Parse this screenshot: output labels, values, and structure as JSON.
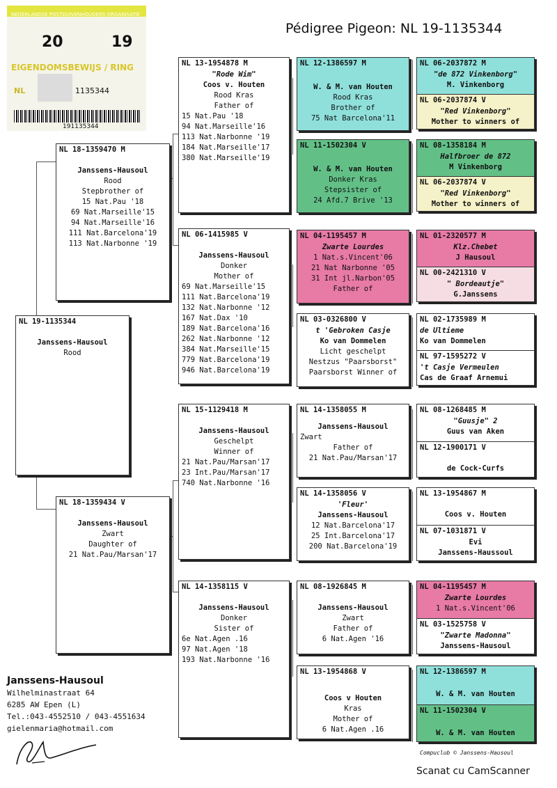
{
  "title": "Pédigree Pigeon: NL  19-1135344",
  "card": {
    "band_text": "NEDERLANDSE POSTDUIVENHOUDERS ORGANISATIE",
    "year_left": "20",
    "year_right": "19",
    "ring_text": "EIGENDOMSBEWIJS / RING",
    "country": "NL",
    "number": "1135344",
    "barcode_number": "191135344"
  },
  "boxes": {
    "p": {
      "hdr": "NL  19-1135344",
      "lines": [
        "Janssens-Hausoul",
        "Rood"
      ]
    },
    "s": {
      "hdr": "NL  18-1359470 M",
      "lines": [
        "Janssens-Hausoul",
        "Rood",
        "Stepbrother of",
        "15 Nat.Pau       '18",
        "69 Nat.Marseille'15",
        "94 Nat.Marseille'16",
        "111 Nat.Barcelona'19",
        "113 Nat.Narbonne '19"
      ]
    },
    "d": {
      "hdr": "NL  18-1359434 V",
      "lines": [
        "Janssens-Hausoul",
        "Zwart",
        "Daughter of",
        "21 Nat.Pau/Marsan'17"
      ]
    },
    "ss": {
      "hdr": "NL  13-1954878 M",
      "lines": [
        "\"Rode Wim\"",
        "Coos v. Houten",
        "Rood Kras",
        "Father of",
        "15 Nat.Pau       '18",
        "94 Nat.Marseille'16",
        "113 Nat.Narbonne '19",
        "184 Nat.Marseille'17",
        "380 Nat.Marseille'19"
      ]
    },
    "sd": {
      "hdr": "NL  06-1415985 V",
      "lines": [
        "Janssens-Hausoul",
        "Donker",
        "Mother of",
        "69 Nat.Marseille'15",
        "111 Nat.Barcelona'19",
        "132 Nat.Narbonne '12",
        "167 Nat.Dax      '10",
        "189 Nat.Barcelona'16",
        "262 Nat.Narbonne '12",
        "384 Nat.Marseille'15",
        "779 Nat.Barcelona'19",
        "946 Nat.Barcelona'19"
      ]
    },
    "ds": {
      "hdr": "NL  15-1129418 M",
      "lines": [
        "Janssens-Hausoul",
        "Geschelpt",
        "Winner of",
        "21 Nat.Pau/Marsan'17",
        "23 Int.Pau/Marsan'17",
        "740 Nat.Narbonne '16"
      ]
    },
    "dd": {
      "hdr": "NL  14-1358115 V",
      "lines": [
        "Janssens-Hausoul",
        "Donker",
        "Sister of",
        "6e Nat.Agen      .16",
        "97 Nat.Agen      '18",
        "193 Nat.Narbonne '16"
      ]
    },
    "sss": {
      "hdr": "NL  12-1386597 M",
      "lines": [
        "W. & M. van Houten",
        "Rood Kras",
        "Brother of",
        "75 Nat Barcelona'11"
      ]
    },
    "ssd": {
      "hdr": "NL  11-1502304 V",
      "lines": [
        "W. & M. van Houten",
        "Donker Kras",
        "Stepsister of",
        "24 Afd.7 Brive  '13"
      ]
    },
    "sds": {
      "hdr": "NL  04-1195457 M",
      "lines": [
        "Zwarte Lourdes",
        "1 Nat.s.Vincent'06",
        "21 Nat Narbonne '05",
        "31 Int jl.Narbon'05",
        "Father of"
      ]
    },
    "sdd": {
      "hdr": "NL  03-0326800 V",
      "lines": [
        "t 'Gebroken Casje",
        "Ko van Dommelen",
        "Licht geschelpt",
        "Nestzus \"Paarsborst\"",
        "Paarsborst Winner of"
      ]
    },
    "dss": {
      "hdr": "NL  14-1358055 M",
      "lines": [
        "Janssens-Hausoul",
        "Zwart",
        "Father of",
        "21 Nat.Pau/Marsan'17"
      ]
    },
    "dsd": {
      "hdr": "NL  14-1358056 V",
      "lines": [
        "'Fleur'",
        "Janssens-Hausoul",
        "12 Nat.Barcelona'17",
        "25 Int.Barcelona'17",
        "200 Nat.Barcelona'19"
      ]
    },
    "dds": {
      "hdr": "NL  08-1926845 M",
      "lines": [
        "Janssens-Hausoul",
        "Zwart",
        "Father of",
        "6 Nat.Agen      '16"
      ]
    },
    "ddd": {
      "hdr": "NL  13-1954868 V",
      "lines": [
        "Coos v Houten",
        "Kras",
        "Mother of",
        "6 Nat.Agen      .16"
      ]
    },
    "g1a": {
      "hdr": "NL  06-2037872 M",
      "lines": [
        "\"de 872 Vinkenborg\"",
        "M. Vinkenborg"
      ]
    },
    "g1b": {
      "hdr": "NL  06-2037874 V",
      "lines": [
        "\"Red Vinkenborg\"",
        "Mother to winners of"
      ]
    },
    "g2a": {
      "hdr": "NL  08-1358184 M",
      "lines": [
        "Halfbroer de 872",
        "M  Vinkenborg"
      ]
    },
    "g2b": {
      "hdr": "NL  06-2037874 V",
      "lines": [
        "\"Red Vinkenborg\"",
        "Mother to winners of"
      ]
    },
    "g3a": {
      "hdr": "NL  01-2320577 M",
      "lines": [
        "Klz.Chebet",
        "J Hausoul"
      ]
    },
    "g3b": {
      "hdr": "NL  00-2421310 V",
      "lines": [
        "\" Bordeautje\"",
        "G.Janssens"
      ]
    },
    "g4a": {
      "hdr": "NL  02-1735989 M",
      "lines": [
        "de Ultieme",
        "Ko van Dommelen"
      ]
    },
    "g4b": {
      "hdr": "NL  97-1595272 V",
      "lines": [
        "'t Casje Vermeulen",
        "Cas de Graaf Arnemui"
      ]
    },
    "g5a": {
      "hdr": "NL  08-1268485 M",
      "lines": [
        "\"Guusje\" 2",
        "Guus van Aken"
      ]
    },
    "g5b": {
      "hdr": "NL  12-1900171 V",
      "lines": [
        "de Cock-Curfs"
      ]
    },
    "g6a": {
      "hdr": "NL  13-1954867 M",
      "lines": [
        "Coos v. Houten"
      ]
    },
    "g6b": {
      "hdr": "NL  07-1031871 V",
      "lines": [
        "Evi",
        "Janssens-Haussoul"
      ]
    },
    "g7a": {
      "hdr": "NL  04-1195457 M",
      "lines": [
        "Zwarte Lourdes",
        "1 Nat.s.Vincent'06"
      ]
    },
    "g7b": {
      "hdr": "NL  03-1525758 V",
      "lines": [
        "\"Zwarte Madonna\"",
        "Janssens-Hausoul"
      ]
    },
    "g8a": {
      "hdr": "NL  12-1386597 M",
      "lines": [
        "W. & M. van Houten"
      ]
    },
    "g8b": {
      "hdr": "NL  11-1502304 V",
      "lines": [
        "W. & M. van Houten"
      ]
    }
  },
  "owner": {
    "name": "Janssens-Hausoul",
    "street": "Wilhelminastraat 64",
    "city": "6285 AW  Epen (L)",
    "tel": "Tel.:043-4552510 / 043-4551634",
    "email": "gielenmaria@hotmail.com"
  },
  "footer": {
    "compuclub": "Compuclub © Janssens-Hausoul",
    "scanner": "Scanat cu CamScanner"
  }
}
